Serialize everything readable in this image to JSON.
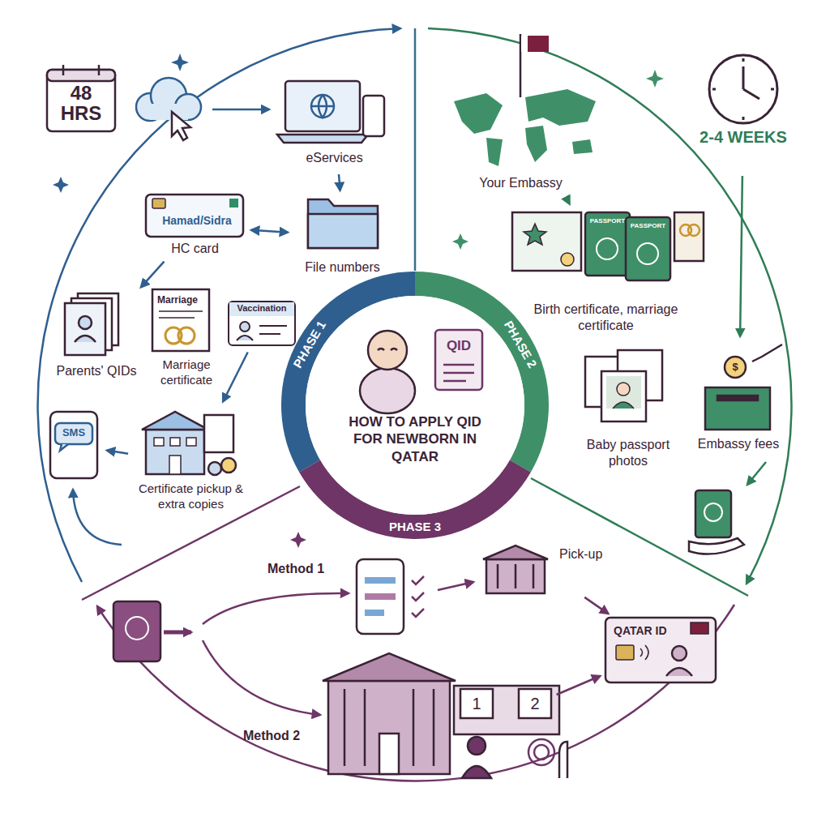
{
  "diagram": {
    "title": "HOW TO APPLY QID FOR NEWBORN IN QATAR",
    "nodes": [
      {
        "text": [
          "48 HRS"
        ]
      },
      {
        "text": [
          "eServices"
        ]
      },
      {
        "text": [
          "Hamad/Sidra",
          "HC card"
        ]
      },
      {
        "text": [
          "File numbers"
        ]
      },
      {
        "text": [
          "Parents' QIDs"
        ]
      },
      {
        "text": [
          "Marriage",
          "Marriage certificate"
        ]
      },
      {
        "text": [
          "Vaccination"
        ]
      },
      {
        "text": [
          "SMS"
        ]
      },
      {
        "text": [
          "Certificate pickup & extra copies"
        ]
      },
      {
        "text": [
          "2-4 WEEKS"
        ]
      },
      {
        "text": [
          "Your Embassy"
        ]
      },
      {
        "text": [
          "PASSPORT",
          "PASSPORT",
          "Birth certificate, marriage certificate"
        ]
      },
      {
        "text": [
          "Baby passport photos"
        ]
      },
      {
        "text": [
          "$",
          "Embassy fees"
        ]
      },
      {
        "text": [
          "QID"
        ]
      },
      {
        "text": [
          "Pick-up"
        ]
      },
      {
        "text": [
          "1"
        ]
      },
      {
        "text": [
          "2"
        ]
      },
      {
        "text": [
          "QATAR ID"
        ]
      }
    ],
    "edges": [
      {
        "from": 1,
        "to": 3,
        "arrow": "to"
      },
      {
        "from": 2,
        "to": 3,
        "arrow": "both"
      },
      {
        "from": 2,
        "to": 4,
        "arrow": "to"
      },
      {
        "from": 6,
        "to": 8,
        "arrow": "to"
      },
      {
        "from": 8,
        "to": 7,
        "arrow": "to"
      },
      {
        "from": 10,
        "to": 11,
        "arrow": "to"
      },
      {
        "from": 9,
        "to": 13,
        "arrow": "to"
      },
      {
        "from": 15,
        "to": 18,
        "arrow": "to"
      },
      {
        "from": 17,
        "to": 18,
        "arrow": "to"
      }
    ],
    "labels": [
      "PHASE 1",
      "PHASE 2",
      "PHASE 3",
      "Method 1",
      "Method 2"
    ]
  }
}
